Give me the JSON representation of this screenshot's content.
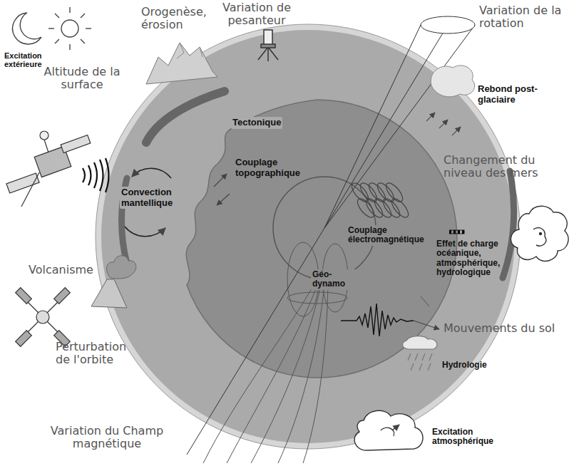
{
  "diagram": {
    "labels": [
      "Excitation extérieure",
      "Orogenèse, érosion",
      "Variation de pesanteur",
      "Variation de la rotation",
      "Rebond post-glaciaire",
      "Altitude de la surface",
      "Tectonique",
      "Couplage topographique",
      "Convection mantellique",
      "Couplage électromagnétique",
      "Changement du niveau des mers",
      "Effet de charge océanique, atmosphérique, hydrologique",
      "Géo-dynamo",
      "Volcanisme",
      "Mouvements du sol",
      "Hydrologie",
      "Perturbation de l'orbite",
      "Excitation atmosphérique",
      "Variation du Champ magnétique"
    ]
  }
}
